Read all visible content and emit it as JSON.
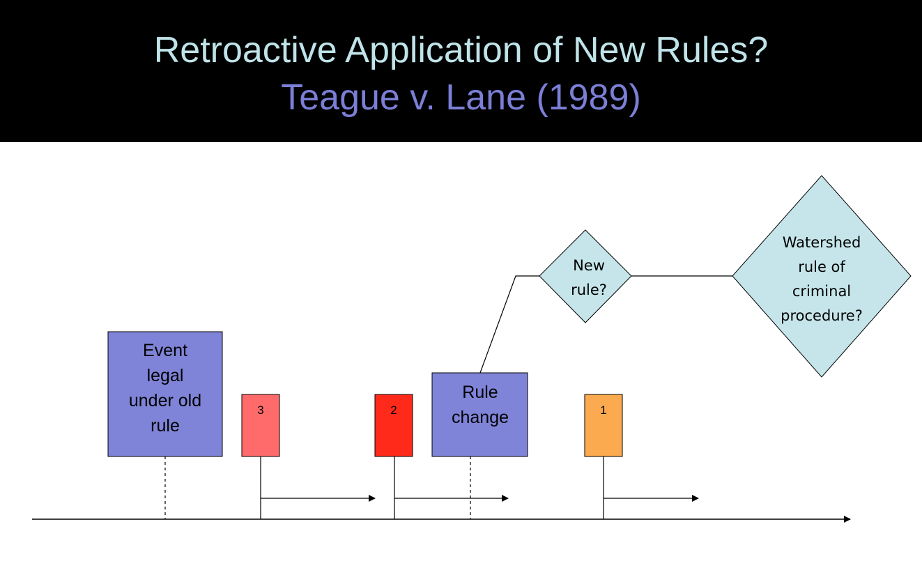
{
  "title": {
    "line1": "Retroactive Application of New Rules?",
    "line2": "Teague v. Lane (1989)"
  },
  "boxes": {
    "event": {
      "lines": [
        "Event",
        "legal",
        "under old",
        "rule"
      ]
    },
    "rule_change": {
      "lines": [
        "Rule",
        "change"
      ]
    },
    "marker3": {
      "label": "3"
    },
    "marker2": {
      "label": "2"
    },
    "marker1": {
      "label": "1"
    }
  },
  "decisions": {
    "new_rule": {
      "lines": [
        "New",
        "rule?"
      ]
    },
    "watershed": {
      "lines": [
        "Watershed",
        "rule of",
        "criminal",
        "procedure?"
      ]
    }
  },
  "colors": {
    "header_bg": "#000000",
    "title_line1": "#bfe3e8",
    "title_line2": "#7b7fd6",
    "box_blue": "#7f84d8",
    "marker3": "#ff6b6b",
    "marker2": "#ff2a1a",
    "marker1": "#fbaa4f",
    "diamond": "#c6e5ea"
  }
}
